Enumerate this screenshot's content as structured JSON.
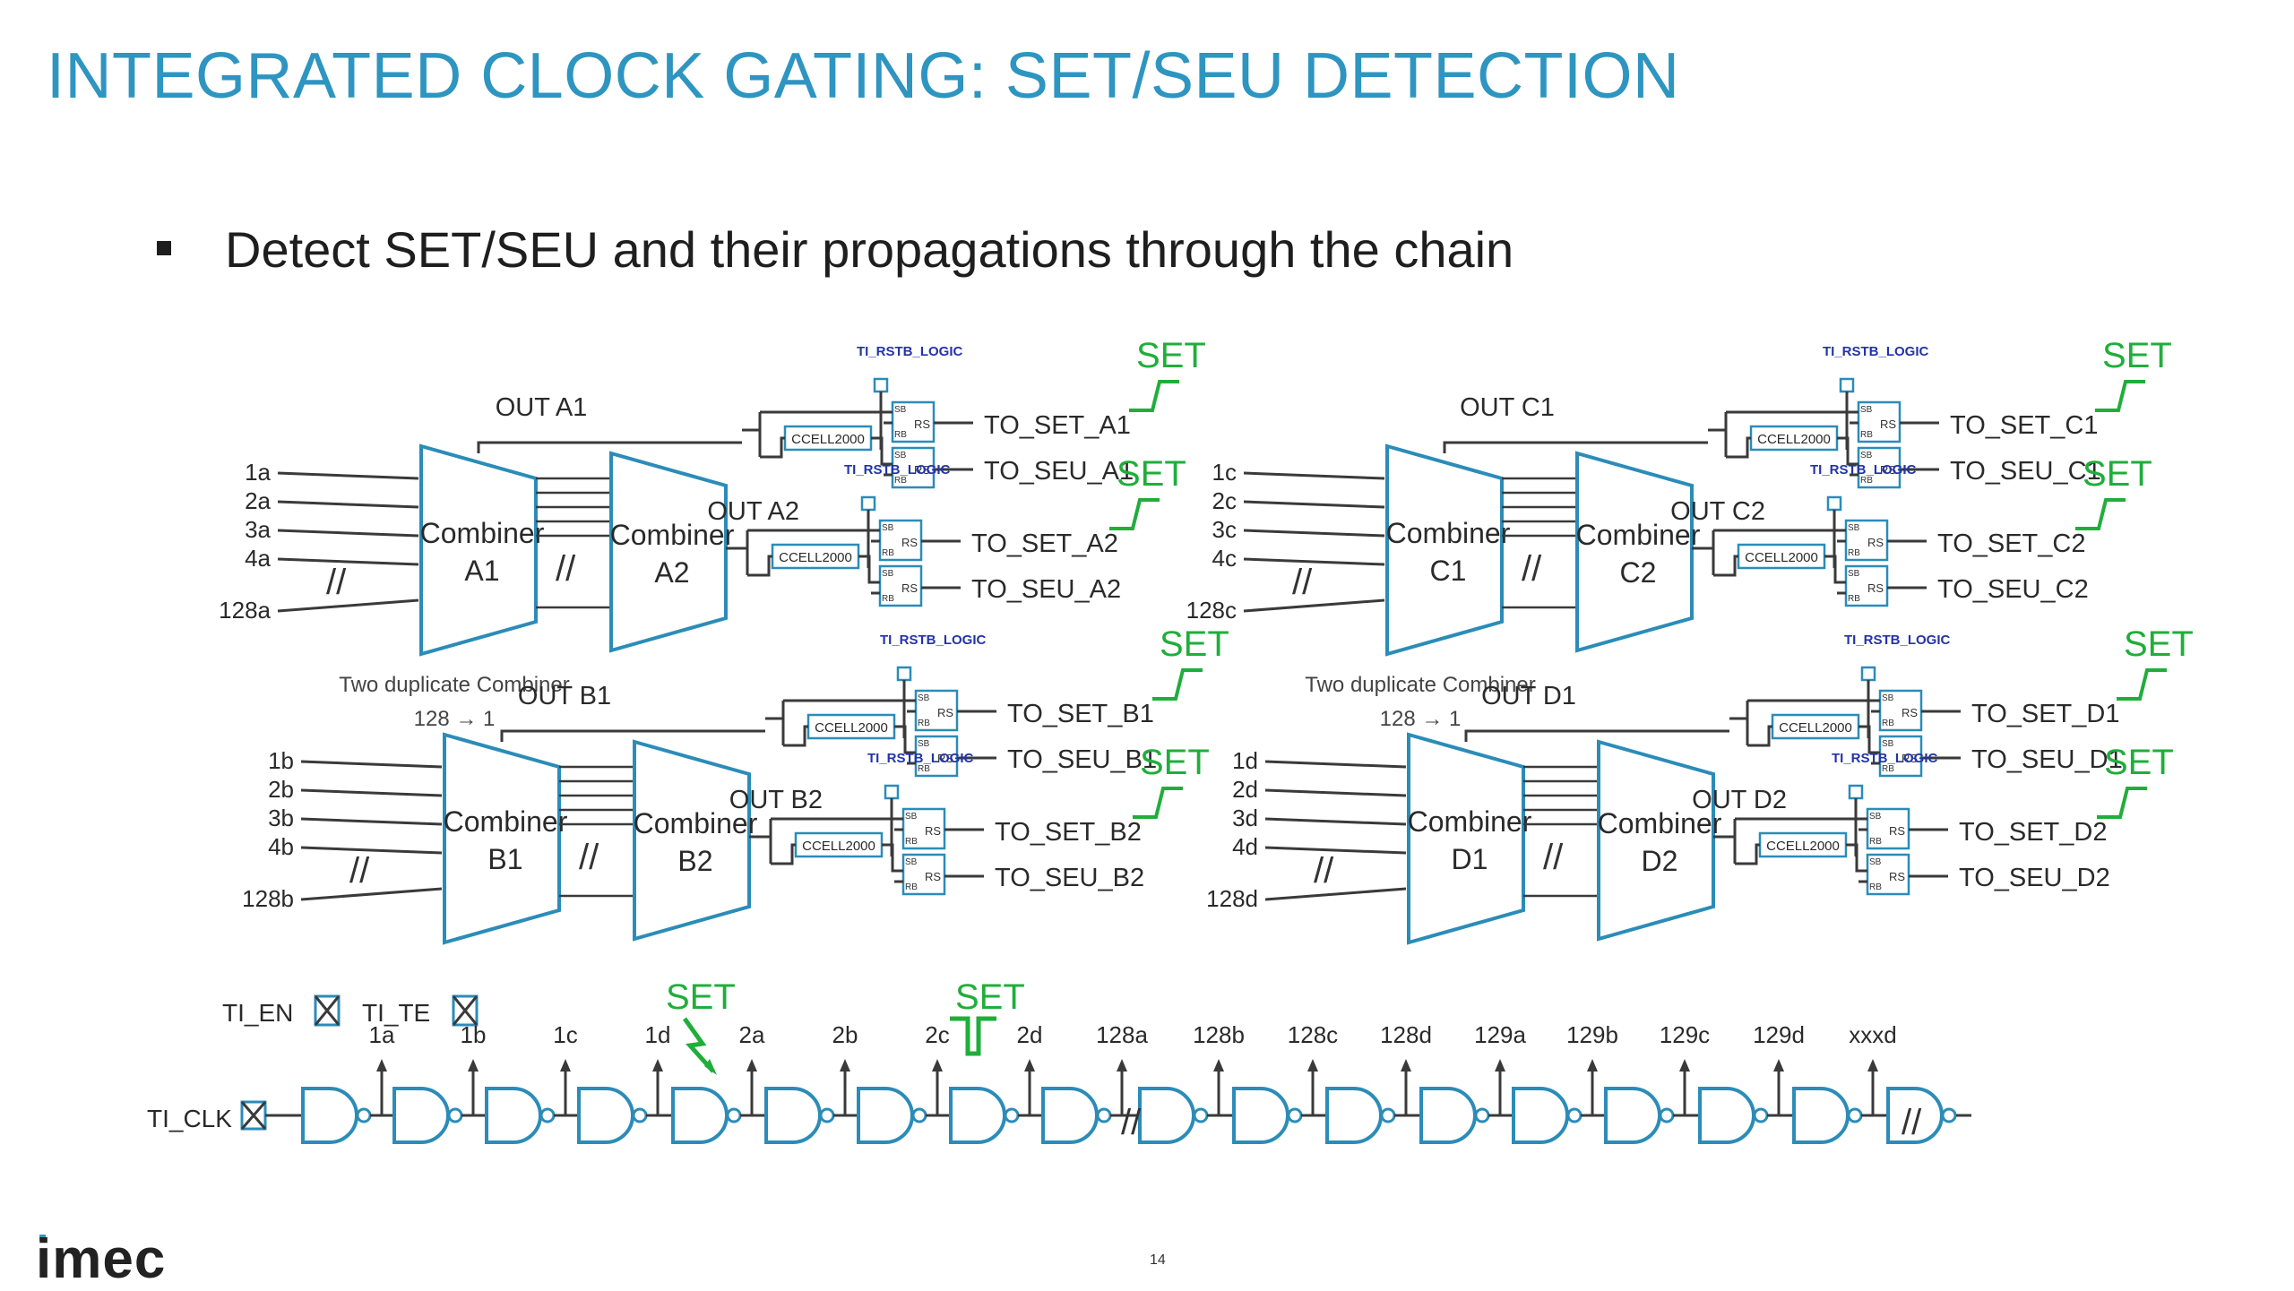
{
  "slide": {
    "title": "INTEGRATED CLOCK GATING: SET/SEU DETECTION",
    "bullet": "Detect SET/SEU and their propagations through the chain",
    "page_number": "14",
    "logo": "imec"
  },
  "diagram": {
    "duplicate_caption": "Two duplicate Combiner",
    "duplicate_ratio": "128 → 1",
    "rstb_label": "TI_RSTB_LOGIC",
    "cell_label": "CCELL2000",
    "ff_set_pin": "SB",
    "ff_out_pin": "RS",
    "ff_reset_pin": "RB",
    "set_label": "SET",
    "groups": [
      {
        "id": "A",
        "inputs": [
          "1a",
          "2a",
          "3a",
          "4a",
          "128a"
        ],
        "combiner1": [
          "Combiner",
          "A1"
        ],
        "combiner2": [
          "Combiner",
          "A2"
        ],
        "out1": "OUT A1",
        "out2": "OUT A2",
        "set1": "TO_SET_A1",
        "seu1": "TO_SEU_A1",
        "set2": "TO_SET_A2",
        "seu2": "TO_SEU_A2"
      },
      {
        "id": "B",
        "inputs": [
          "1b",
          "2b",
          "3b",
          "4b",
          "128b"
        ],
        "combiner1": [
          "Combiner",
          "B1"
        ],
        "combiner2": [
          "Combiner",
          "B2"
        ],
        "out1": "OUT B1",
        "out2": "OUT B2",
        "set1": "TO_SET_B1",
        "seu1": "TO_SEU_B1",
        "set2": "TO_SET_B2",
        "seu2": "TO_SEU_B2"
      },
      {
        "id": "C",
        "inputs": [
          "1c",
          "2c",
          "3c",
          "4c",
          "128c"
        ],
        "combiner1": [
          "Combiner",
          "C1"
        ],
        "combiner2": [
          "Combiner",
          "C2"
        ],
        "out1": "OUT C1",
        "out2": "OUT C2",
        "set1": "TO_SET_C1",
        "seu1": "TO_SEU_C1",
        "set2": "TO_SET_C2",
        "seu2": "TO_SEU_C2"
      },
      {
        "id": "D",
        "inputs": [
          "1d",
          "2d",
          "3d",
          "4d",
          "128d"
        ],
        "combiner1": [
          "Combiner",
          "D1"
        ],
        "combiner2": [
          "Combiner",
          "D2"
        ],
        "out1": "OUT D1",
        "out2": "OUT D2",
        "set1": "TO_SET_D1",
        "seu1": "TO_SEU_D1",
        "set2": "TO_SET_D2",
        "seu2": "TO_SEU_D2"
      }
    ],
    "chain": {
      "clk_label": "TI_CLK",
      "en_label": "TI_EN",
      "te_label": "TI_TE",
      "taps": [
        "1a",
        "1b",
        "1c",
        "1d",
        "2a",
        "2b",
        "2c",
        "2d",
        "128a",
        "128b",
        "128c",
        "128d",
        "129a",
        "129b",
        "129c",
        "129d",
        "xxxd"
      ]
    },
    "colors": {
      "wire": "#3a3a3a",
      "cell": "#2b8cb8",
      "set": "#1fae3a",
      "rstb": "#2233aa",
      "title": "#2e95c0"
    }
  }
}
